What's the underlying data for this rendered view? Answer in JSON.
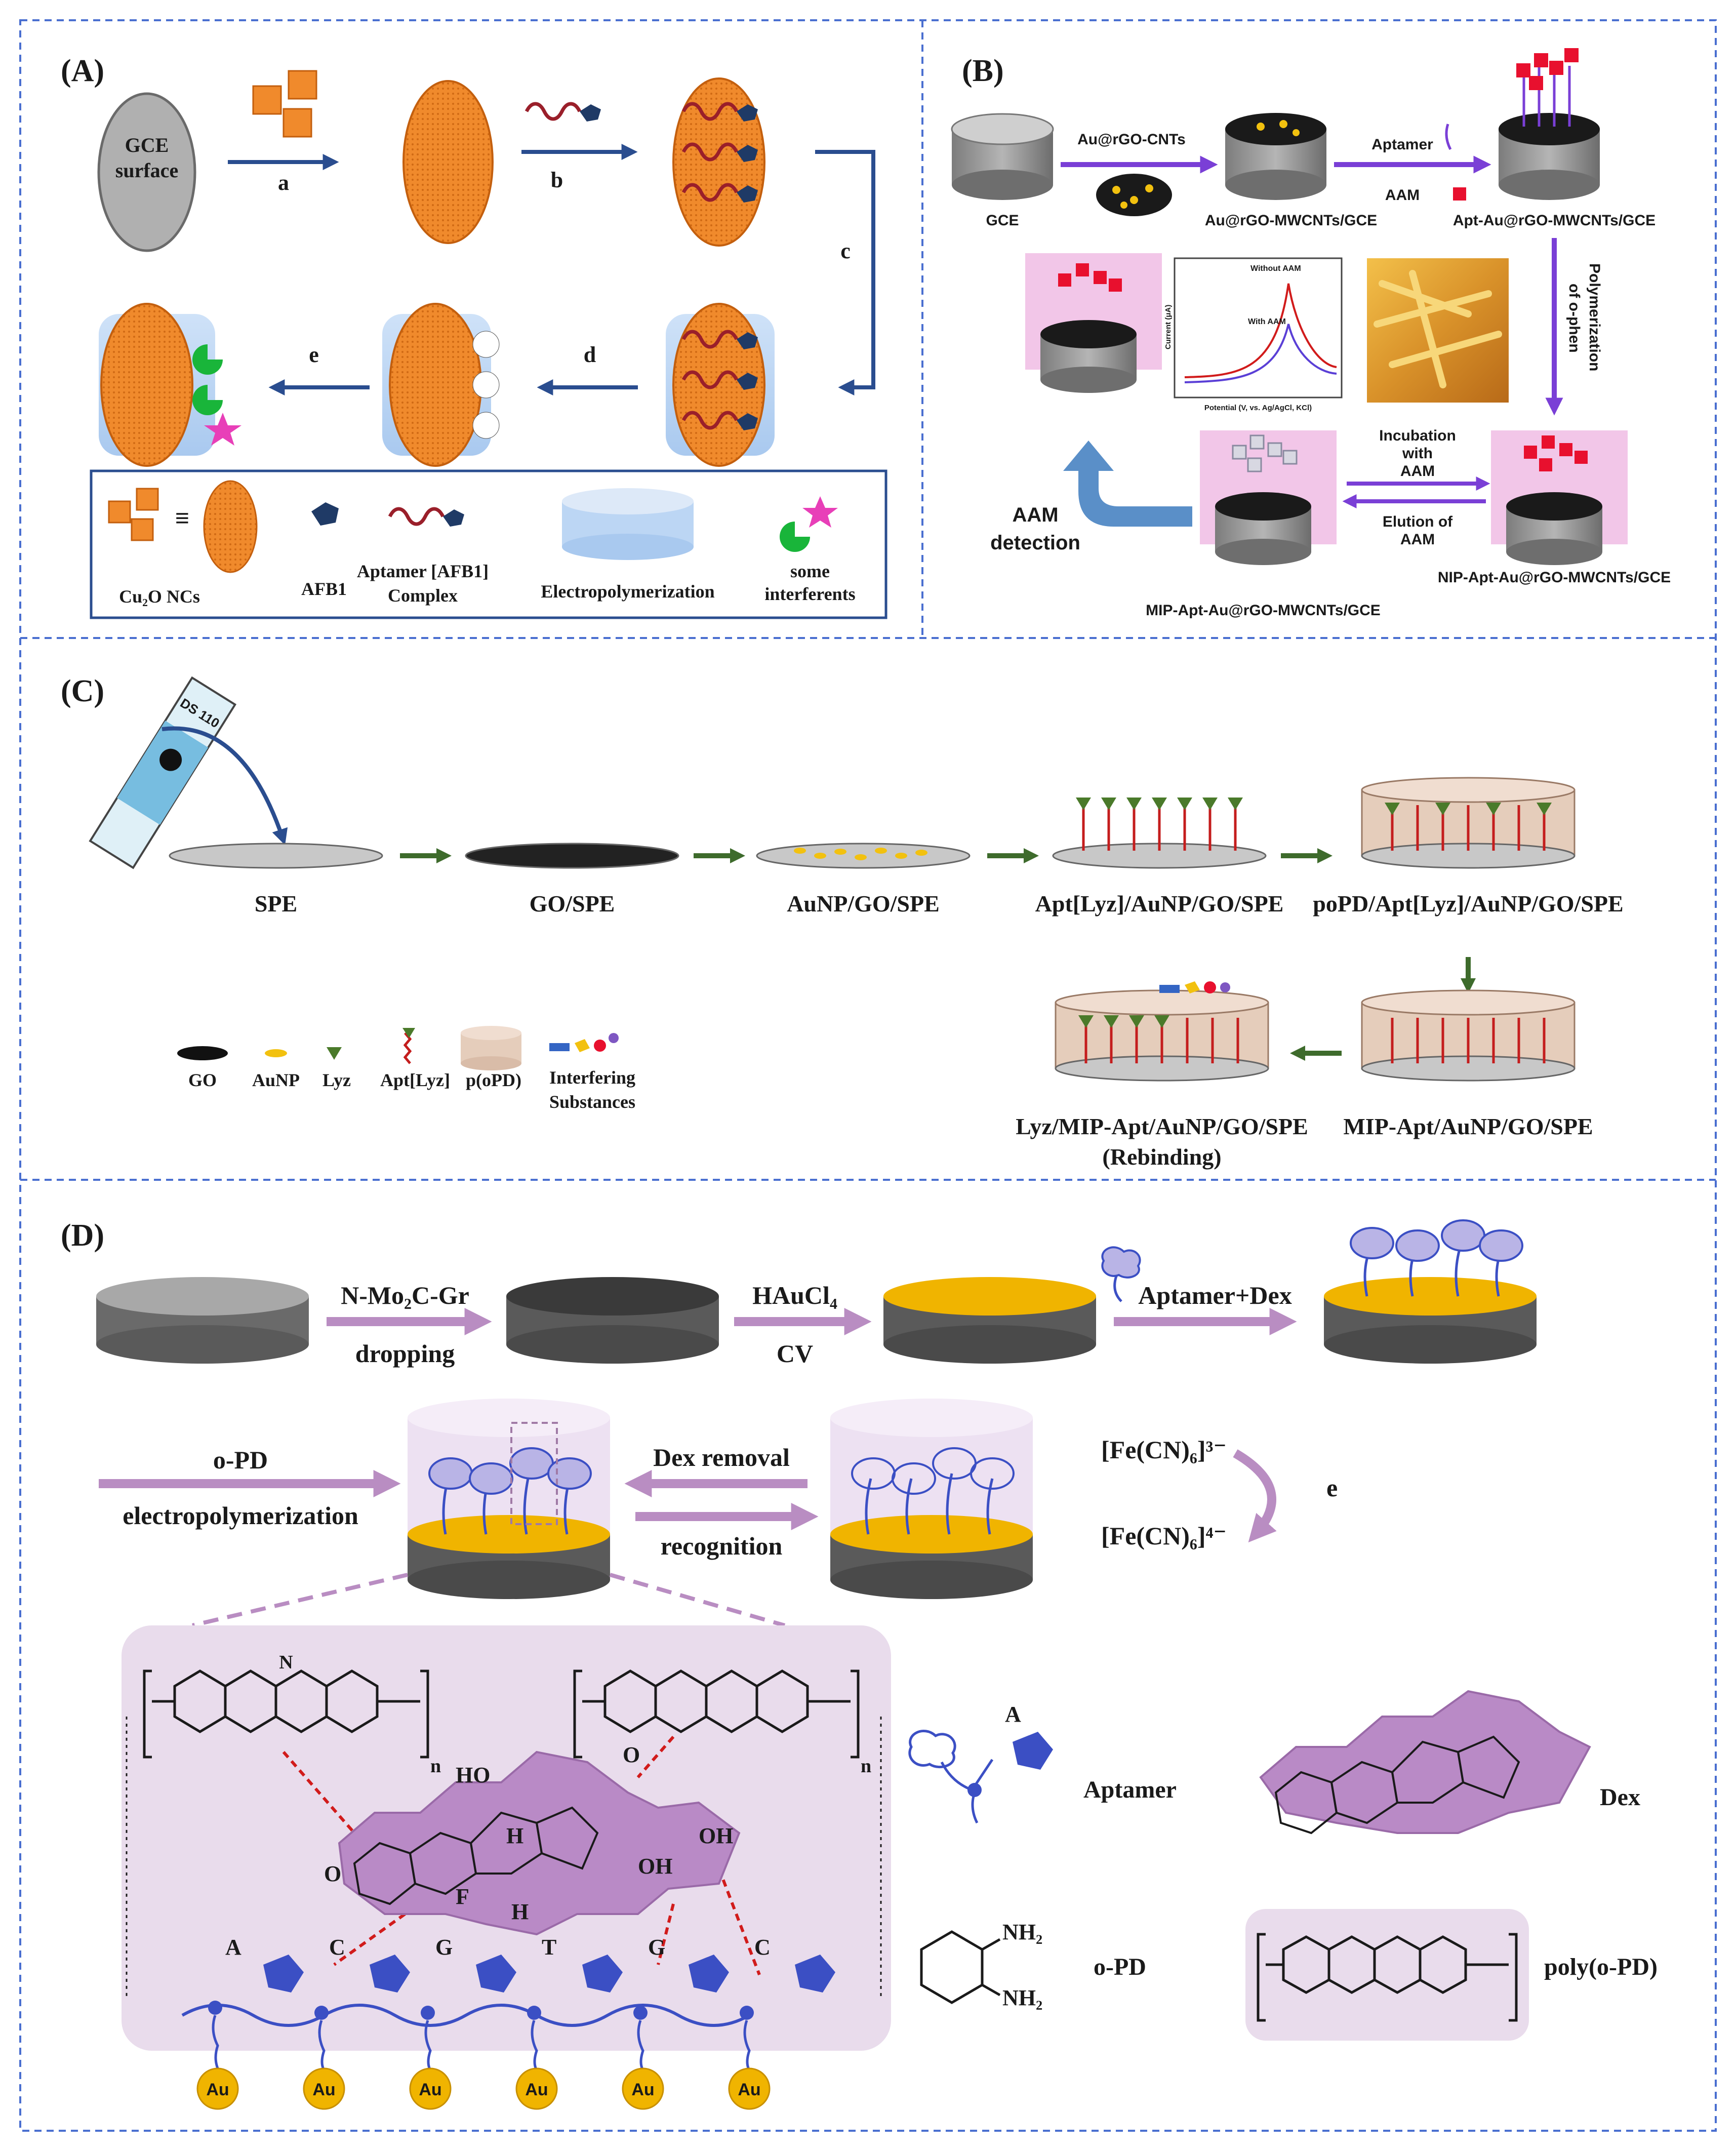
{
  "panels": {
    "A": {
      "tag": "(A)",
      "gce_line1": "GCE",
      "gce_line2": "surface",
      "steps": [
        "a",
        "b",
        "c",
        "d",
        "e"
      ],
      "legend": {
        "cu2o": "Cu₂O NCs",
        "equiv": "≡",
        "afb1": "AFB1",
        "aptamer_line1": "Aptamer [AFB1]",
        "aptamer_line2": "Complex",
        "electropoly": "Electropolymerization",
        "interf_line1": "some",
        "interf_line2": "interferents"
      }
    },
    "B": {
      "tag": "(B)",
      "gce": "GCE",
      "step1": "Au@rGO-CNTs",
      "elec1": "Au@rGO-MWCNTs/GCE",
      "aptamer": "Aptamer",
      "aam": "AAM",
      "elec2": "Apt-Au@rGO-MWCNTs/GCE",
      "poly_line1": "Polymerization",
      "poly_line2": "of o-phen",
      "incub_line1": "Incubation",
      "incub_line2": "with",
      "incub_line3": "AAM",
      "elut_line1": "Elution of",
      "elut_line2": "AAM",
      "mip": "MIP-Apt-Au@rGO-MWCNTs/GCE",
      "nip": "NIP-Apt-Au@rGO-MWCNTs/GCE",
      "det_line1": "AAM",
      "det_line2": "detection",
      "plot_without": "Without AAM",
      "plot_with": "With AAM",
      "plot_xlabel": "Potential (V, vs. Ag/AgCl, KCl)",
      "plot_ylabel": "Current (μA)"
    },
    "C": {
      "tag": "(C)",
      "strip": "DS 110",
      "e1": "SPE",
      "e2": "GO/SPE",
      "e3": "AuNP/GO/SPE",
      "e4": "Apt[Lyz]/AuNP/GO/SPE",
      "e5": "poPD/Apt[Lyz]/AuNP/GO/SPE",
      "e6": "MIP-Apt/AuNP/GO/SPE",
      "e7_line1": "Lyz/MIP-Apt/AuNP/GO/SPE",
      "e7_line2": "(Rebinding)",
      "legend": {
        "go": "GO",
        "aunp": "AuNP",
        "lyz": "Lyz",
        "apt": "Apt[Lyz]",
        "popd": "p(oPD)",
        "interf_line1": "Interfering",
        "interf_line2": "Substances"
      }
    },
    "D": {
      "tag": "(D)",
      "s1_top": "N-Mo₂C-Gr",
      "s1_bot": "dropping",
      "s2_top": "HAuCl₄",
      "s2_bot": "CV",
      "s3": "Aptamer+Dex",
      "s4_top": "o-PD",
      "s4_bot": "electropolymerization",
      "s5_top": "Dex removal",
      "s5_bot": "recognition",
      "fe1": "[Fe(CN)₆]³⁻",
      "fe2": "[Fe(CN)₆]⁴⁻",
      "e": "e",
      "n1": "n",
      "n2": "n",
      "bases": [
        "A",
        "C",
        "G",
        "T",
        "G",
        "C"
      ],
      "au": "Au",
      "oh1": "HO",
      "oh2": "OH",
      "oh3": "OH",
      "o1": "O",
      "o2": "O",
      "f": "F",
      "h1": "H",
      "h2": "H",
      "nh": "N",
      "legend": {
        "aptamer": "Aptamer",
        "aptamer_a": "A",
        "dex": "Dex",
        "opd": "o-PD",
        "nh2a": "NH₂",
        "nh2b": "NH₂",
        "poly": "poly(o-PD)"
      }
    }
  },
  "colors": {
    "divider": "#4a6fd0",
    "orange": "#f08a2c",
    "orange_dark": "#c35f0e",
    "navy_arrow": "#2a4d8f",
    "purple_arrow": "#7a3fd6",
    "pink_poly": "#f2c6e8",
    "aptamer_red": "#9a1f2a",
    "afb1_blue": "#1f3a66",
    "lyz_green": "#4a7a2a",
    "d_arrow": "#b98dc2",
    "d_blue": "#3b4fc4",
    "gold": "#f0b400",
    "dex_purple": "#b98ac6",
    "mip_red": "#e8102e"
  }
}
